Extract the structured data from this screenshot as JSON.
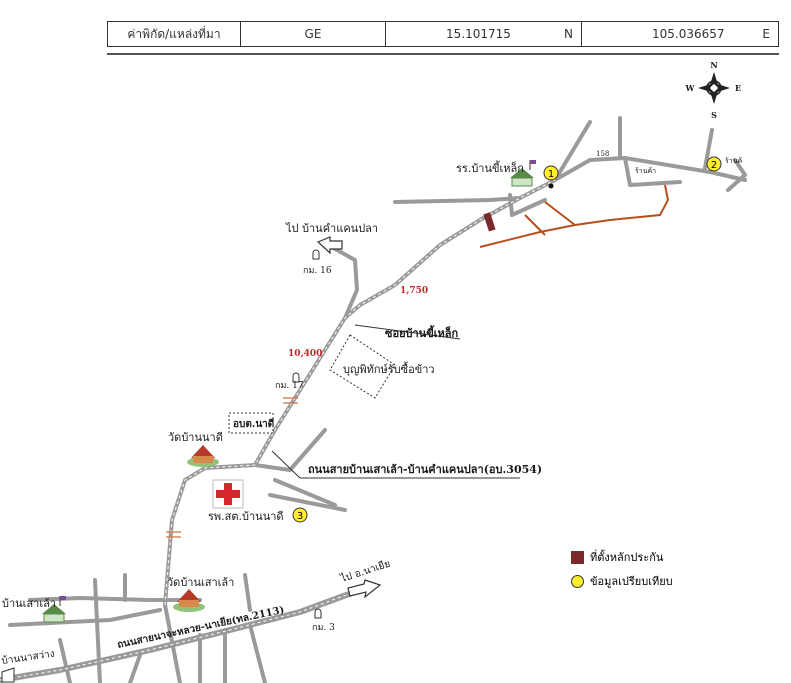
{
  "coordinates": {
    "label": "ค่าพิกัด/แหล่งที่มา",
    "source": "GE",
    "lat_value": "15.101715",
    "lat_dir": "N",
    "lon_value": "105.036657",
    "lon_dir": "E"
  },
  "compass": {
    "n": "N",
    "s": "S",
    "e": "E",
    "w": "W"
  },
  "labels": {
    "school": "รร.บ้านขี้เหล็ก",
    "marker1": "1",
    "marker2": "2",
    "marker3": "3",
    "road158": "158",
    "shop_right": "ร้านค้",
    "shop": "ร้านค้า",
    "to_kham_kaen_pla": "ไป บ้านคำแคนปลา",
    "km16": "กม. 16",
    "dist_1750": "1,750",
    "soi": "ซอยบ้านขี้เหล็ก",
    "dist_10400": "10,400",
    "rice_mill": "บุญพิทักษ์รับซื้อข้าว",
    "km17": "กม. 17",
    "obt": "อบต.นาดี",
    "wat_nadi": "วัดบ้านนาดี",
    "main_road": "ถนนสายบ้านเสาเล้า-บ้านคำแคนปลา(อบ.3054)",
    "hospital": "รพ.สต.บ้านนาดี",
    "wat_sao_lao": "วัดบ้านเสาเล้า",
    "sao_lao_left": "บ้านเสาเล้า",
    "to_na_yia": "ไป อ.นาเยีย",
    "km3": "กม. 3",
    "highway": "ถนนสายนาจะหลวย-นาเยีย(ทล.2113)",
    "na_sawang": "บ้านนาสว่าง"
  },
  "legend": {
    "collateral": "ที่ตั้งหลักประกัน",
    "comparison": "ข้อมูลเปรียบเทียบ"
  },
  "colors": {
    "road": "#9a9a9a",
    "parcel_outline": "#b5501e",
    "collateral": "#7a2a2a",
    "marker": "#ffee2b",
    "distance_text": "#c0262a",
    "hospital_cross": "#d8252a"
  }
}
